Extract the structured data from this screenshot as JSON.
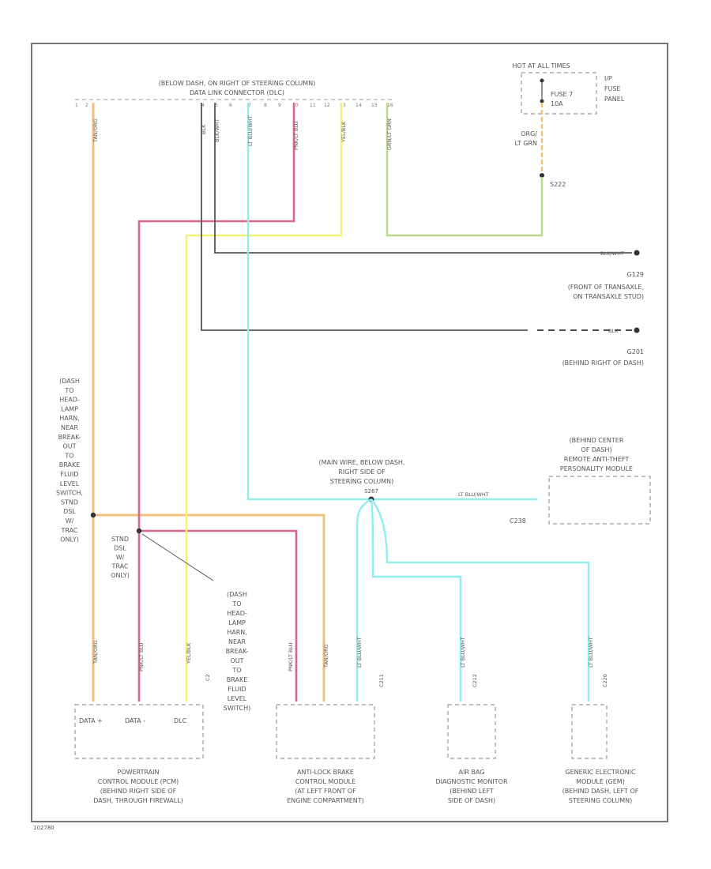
{
  "top_connector": {
    "title": "(BELOW DASH, ON RIGHT OF STEERING COLUMN)",
    "subtitle": "DATA LINK CONNECTOR (DLC)"
  },
  "fuse": {
    "header": "HOT AT ALL TIMES",
    "label": "FUSE 7",
    "amps": "10A",
    "panel_line1": "I/P",
    "panel_line2": "FUSE",
    "panel_line3": "PANEL",
    "wire_color_1": "ORG/",
    "wire_color_2": "LT GRN",
    "splice": "S222"
  },
  "ground_g129": {
    "wire": "BLK/WHT",
    "id": "G129",
    "line1": "(FRONT OF TRANSAXLE,",
    "line2": "ON TRANSAXLE STUD)"
  },
  "ground_g201": {
    "wire": "BLK",
    "id": "G201",
    "location": "(BEHIND RIGHT OF DASH)"
  },
  "scp_splice": {
    "line1": "(MAIN WIRE, BELOW DASH,",
    "line2": "RIGHT SIDE OF",
    "line3": "STEERING COLUMN)",
    "id": "S267"
  },
  "pats": {
    "line1": "(BEHIND CENTER",
    "line2": "OF DASH)",
    "line3": "REMOTE ANTI-THEFT",
    "line4": "PERSONALITY MODULE",
    "wire": "LT BLU/WHT",
    "connector": "C238"
  },
  "left_note": {
    "lines": [
      "(DASH",
      "TO",
      "HEAD-",
      "LAMP",
      "HARN,",
      "NEAR",
      "BREAK-",
      "OUT",
      "TO",
      "BRAKE",
      "FLUID",
      "LEVEL",
      "SWITCH,",
      "STND",
      "DSL",
      "W/",
      "TRAC",
      "ONLY)"
    ]
  },
  "mid_note": {
    "lines": [
      "STND",
      "DSL",
      "W/",
      "TRAC",
      "ONLY)"
    ]
  },
  "callout_note": {
    "lines": [
      "(DASH",
      "TO",
      "HEAD-",
      "LAMP",
      "HARN,",
      "NEAR",
      "BREAK-",
      "OUT",
      "TO",
      "BRAKE",
      "FLUID",
      "LEVEL",
      "SWITCH)"
    ]
  },
  "pcm": {
    "pins": [
      "DATA +",
      "DATA -",
      "DLC"
    ],
    "line1": "POWERTRAIN",
    "line2": "CONTROL MODULE (PCM)",
    "line3": "(BEHIND RIGHT SIDE OF",
    "line4": "DASH, THROUGH FIREWALL)"
  },
  "abs": {
    "line1": "ANTI-LOCK BRAKE",
    "line2": "CONTROL MODULE",
    "line3": "(AT LEFT FRONT OF",
    "line4": "ENGINE COMPARTMENT)"
  },
  "airbag": {
    "line1": "AIR BAG",
    "line2": "DIAGNOSTIC MONITOR",
    "line3": "(BEHIND LEFT",
    "line4": "SIDE OF DASH)"
  },
  "gem": {
    "line1": "GENERIC ELECTRONIC",
    "line2": "MODULE (GEM)",
    "line3": "(BEHIND DASH, LEFT OF",
    "line4": "STEERING COLUMN)"
  },
  "wire_labels": {
    "tan_org": "TAN/ORG",
    "blk": "BLK",
    "blk_wht": "BLK/WHT",
    "lt_blu_wht": "LT BLU/WHT",
    "pnk_lt_blu": "PNK/LT BLU",
    "yel_blk": "YEL/BLK",
    "grn_lt_grn": "GRN/LT GRN",
    "c211": "C211",
    "c212": "C212",
    "c220": "C220",
    "c2": "C2"
  },
  "footer_code": "102780",
  "colors": {
    "orange": "#f2c07a",
    "pink": "#d9668a",
    "yellow": "#f4f07a",
    "cyan": "#8eeef0",
    "green": "#b9d98a",
    "dark": "#666666",
    "black": "#333333"
  }
}
